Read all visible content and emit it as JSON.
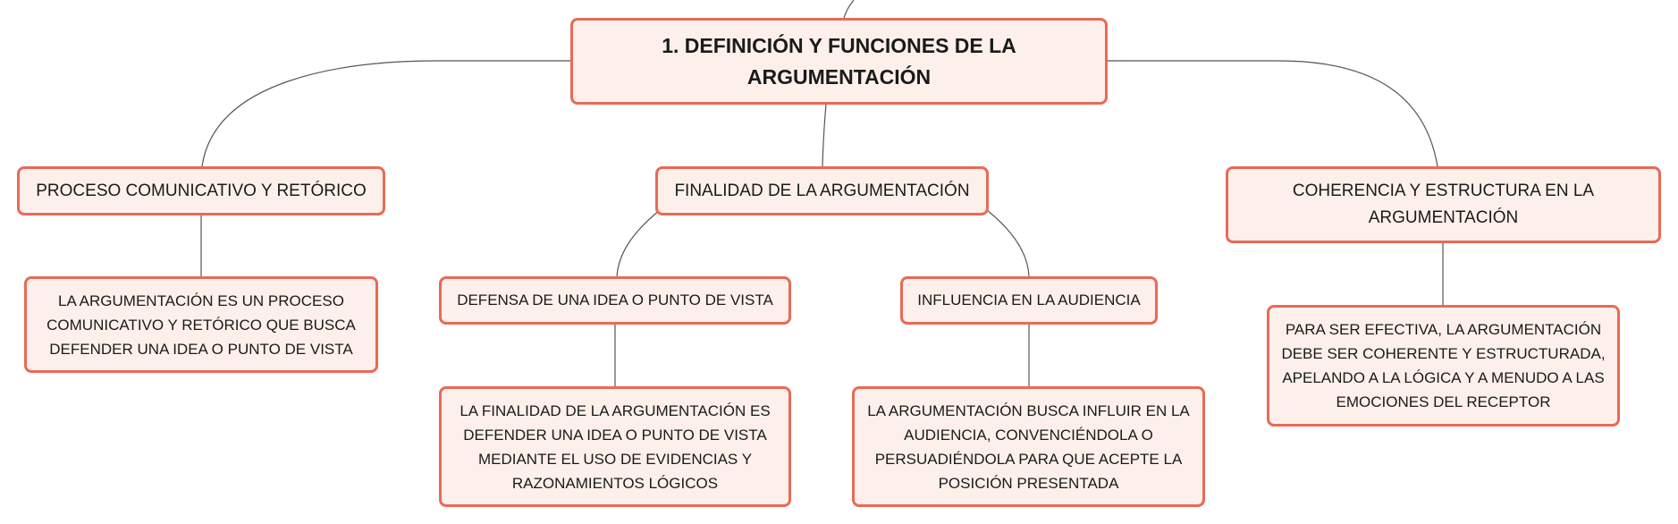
{
  "root": {
    "title": "1. DEFINICIÓN Y FUNCIONES DE LA ARGUMENTACIÓN"
  },
  "branches": {
    "proceso": {
      "label": "PROCESO COMUNICATIVO Y RETÓRICO",
      "description": "LA ARGUMENTACIÓN ES UN PROCESO COMUNICATIVO Y RETÓRICO QUE BUSCA DEFENDER UNA IDEA O PUNTO DE VISTA"
    },
    "finalidad": {
      "label": "FINALIDAD DE LA ARGUMENTACIÓN",
      "children": {
        "defensa": {
          "label": "DEFENSA DE UNA IDEA O PUNTO DE VISTA",
          "description": "LA FINALIDAD DE LA ARGUMENTACIÓN ES DEFENDER UNA IDEA O PUNTO DE VISTA MEDIANTE EL USO DE EVIDENCIAS Y RAZONAMIENTOS LÓGICOS"
        },
        "influencia": {
          "label": "INFLUENCIA EN LA AUDIENCIA",
          "description": "LA ARGUMENTACIÓN BUSCA INFLUIR EN LA AUDIENCIA, CONVENCIÉNDOLA O PERSUADIÉNDOLA PARA QUE ACEPTE LA POSICIÓN PRESENTADA"
        }
      }
    },
    "coherencia": {
      "label": "COHERENCIA Y ESTRUCTURA EN LA ARGUMENTACIÓN",
      "description": "PARA SER EFECTIVA, LA ARGUMENTACIÓN DEBE SER COHERENTE Y ESTRUCTURADA, APELANDO A LA LÓGICA Y A MENUDO A LAS EMOCIONES DEL RECEPTOR"
    }
  },
  "colors": {
    "node_fill": "#fdf0ea",
    "node_border": "#e86a56",
    "connector": "#555555",
    "text": "#1a1a1a"
  }
}
